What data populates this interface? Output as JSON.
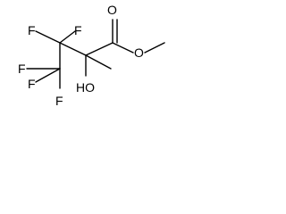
{
  "molecule": {
    "atoms": {
      "f_top_left": "F",
      "f_top_right": "F",
      "f_cf3_left": "F",
      "f_cf3_bottom_left": "F",
      "f_cf3_bottom": "F",
      "o_carbonyl": "O",
      "o_ester": "O",
      "hydroxyl": "HO"
    }
  }
}
